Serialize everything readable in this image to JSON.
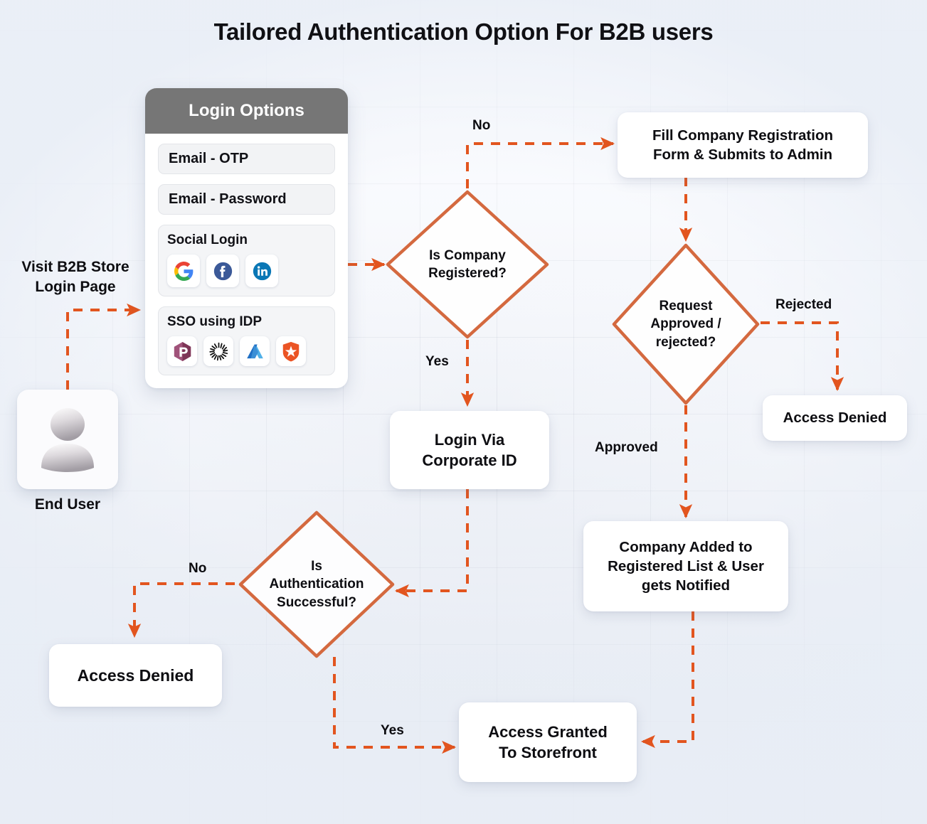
{
  "title": "Tailored Authentication Option For B2B users",
  "colors": {
    "arrow": "#e2551f",
    "diamond_border": "#d4693f",
    "panel_header_bg": "#767676",
    "node_bg": "#ffffff",
    "text": "#0d0d11"
  },
  "actor": {
    "entry_label": "Visit B2B Store\nLogin Page",
    "entry_label_line1": "Visit B2B Store",
    "entry_label_line2": "Login Page",
    "name": "End User",
    "avatar_icon": "user-avatar-icon"
  },
  "login_panel": {
    "header": "Login Options",
    "options": [
      {
        "label": "Email - OTP"
      },
      {
        "label": "Email - Password"
      }
    ],
    "social": {
      "title": "Social Login",
      "providers": [
        {
          "name": "Google",
          "icon": "google-icon"
        },
        {
          "name": "Facebook",
          "icon": "facebook-icon"
        },
        {
          "name": "LinkedIn",
          "icon": "linkedin-icon"
        }
      ]
    },
    "sso": {
      "title": "SSO using IDP",
      "providers": [
        {
          "name": "Ping Identity",
          "icon": "ping-identity-icon"
        },
        {
          "name": "Okta",
          "icon": "okta-icon"
        },
        {
          "name": "Microsoft Azure AD",
          "icon": "azure-ad-icon"
        },
        {
          "name": "Auth0",
          "icon": "auth0-icon"
        }
      ]
    }
  },
  "nodes": {
    "is_company_registered": "Is Company\nRegistered?",
    "is_company_registered_l1": "Is Company",
    "is_company_registered_l2": "Registered?",
    "fill_company_registration": "Fill Company Registration\nForm & Submits to Admin",
    "fill_company_registration_l1": "Fill Company Registration",
    "fill_company_registration_l2": "Form & Submits to Admin",
    "request_approved_rejected": "Request\nApproved /\nrejected?",
    "request_approved_rejected_l1": "Request",
    "request_approved_rejected_l2": "Approved /",
    "request_approved_rejected_l3": "rejected?",
    "access_denied_right": "Access Denied",
    "login_via_corporate_id": "Login Via\nCorporate ID",
    "login_via_corporate_id_l1": "Login Via",
    "login_via_corporate_id_l2": "Corporate ID",
    "company_added": "Company Added to\nRegistered List & User\ngets Notified",
    "company_added_l1": "Company Added to",
    "company_added_l2": "Registered List & User",
    "company_added_l3": "gets Notified",
    "is_authentication_successful": "Is\nAuthentication\nSuccessful?",
    "is_authentication_successful_l1": "Is",
    "is_authentication_successful_l2": "Authentication",
    "is_authentication_successful_l3": "Successful?",
    "access_denied_left": "Access Denied",
    "access_granted": "Access Granted\nTo Storefront",
    "access_granted_l1": "Access Granted",
    "access_granted_l2": "To Storefront"
  },
  "edge_labels": {
    "no_top": "No",
    "yes_left": "Yes",
    "rejected": "Rejected",
    "approved": "Approved",
    "no_auth": "No",
    "yes_auth": "Yes"
  }
}
